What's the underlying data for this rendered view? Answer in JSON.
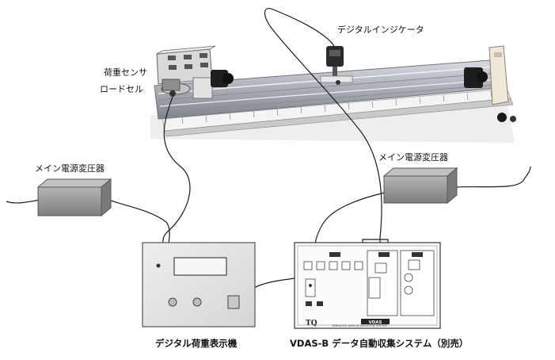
{
  "labels": {
    "indicator": "デジタルインジケータ",
    "load_sensor_line1": "荷重センサ",
    "load_sensor_line2": "ロードセル",
    "transformer_left": "メイン電源変圧器",
    "transformer_right": "メイン電源変圧器",
    "display_unit": "デジタル荷重表示機",
    "vdas_caption": "VDAS-B  データ自動収集システム（別売）"
  },
  "vdas_panel": {
    "brand_text": "VDAS",
    "footer_text": "VERSATILE DATA ACQUISITION SYSTEM",
    "logo_text": "TQ"
  },
  "colors": {
    "background": "#ffffff",
    "device_body": "#e4e4e4",
    "device_stroke": "#555555",
    "transformer": "#9b9b9b",
    "rail": "#b8bcc2",
    "cable": "#222222"
  }
}
